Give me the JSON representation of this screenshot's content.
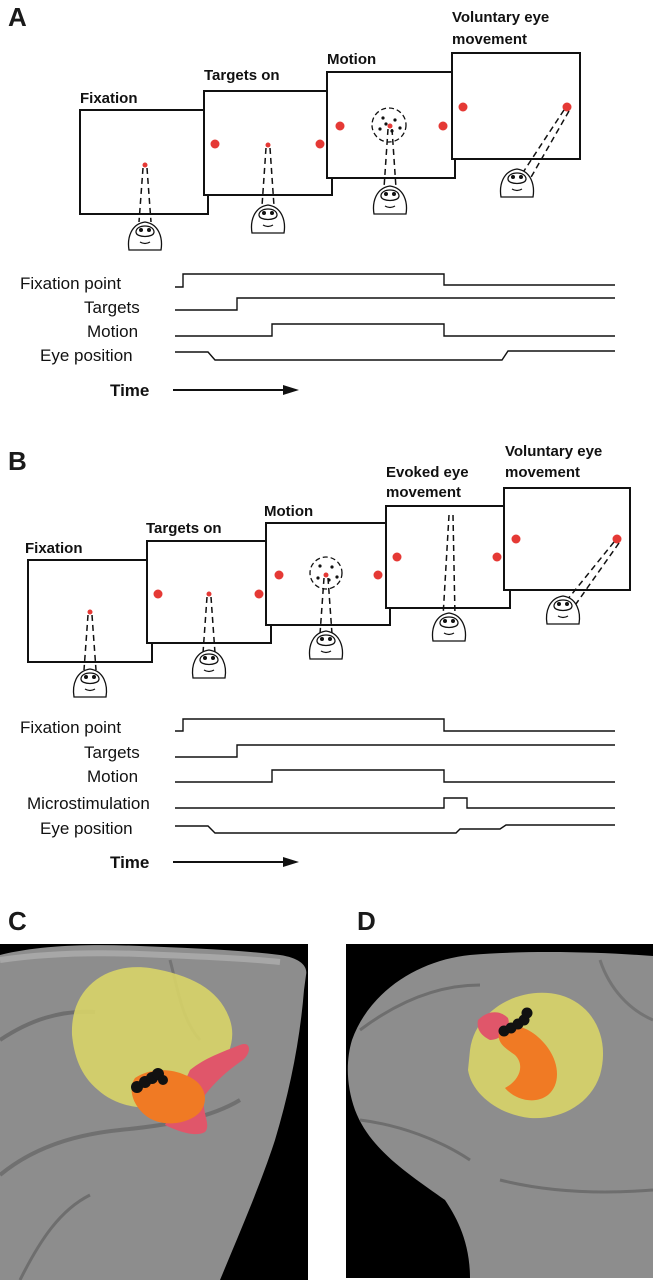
{
  "panel_a": {
    "letter": "A",
    "frames": [
      {
        "label_lines": [
          "Fixation"
        ]
      },
      {
        "label_lines": [
          "Targets on"
        ]
      },
      {
        "label_lines": [
          "Motion"
        ]
      },
      {
        "label_lines": [
          "Voluntary eye",
          "movement"
        ]
      }
    ],
    "traces": [
      "Fixation point",
      "Targets",
      "Motion",
      "Eye position"
    ],
    "time_label": "Time"
  },
  "panel_b": {
    "letter": "B",
    "frames": [
      {
        "label_lines": [
          "Fixation"
        ]
      },
      {
        "label_lines": [
          "Targets on"
        ]
      },
      {
        "label_lines": [
          "Motion"
        ]
      },
      {
        "label_lines": [
          "Evoked eye",
          "movement"
        ]
      },
      {
        "label_lines": [
          "Voluntary eye",
          "movement"
        ]
      }
    ],
    "traces": [
      "Fixation point",
      "Targets",
      "Motion",
      "Microstimulation",
      "Eye position"
    ],
    "time_label": "Time"
  },
  "panel_c": {
    "letter": "C"
  },
  "panel_d": {
    "letter": "D"
  },
  "colors": {
    "target": "#e53935",
    "brain_gray": "#8d8d8d",
    "yellow_region": "#d8d468",
    "orange_region": "#f07a24",
    "red_region": "#e0566a",
    "stim_sites": "#111111",
    "background_dark": "#000000"
  }
}
